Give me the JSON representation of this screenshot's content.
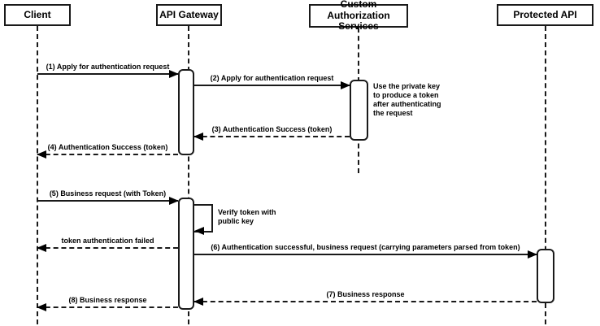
{
  "meta": {
    "background_color": "#ffffff",
    "stroke_color": "#000000",
    "diagram_type": "sequence-diagram"
  },
  "participants": [
    {
      "id": "client",
      "name": "Client"
    },
    {
      "id": "api-gateway",
      "name": "API Gateway"
    },
    {
      "id": "custom-authorization-services",
      "name": "Custom Authorization Services"
    },
    {
      "id": "protected-api",
      "name": "Protected API"
    }
  ],
  "messages": {
    "m1": {
      "label": "(1) Apply for authentication request",
      "type": "solid",
      "from": "Client",
      "to": "API Gateway"
    },
    "m2": {
      "label": "(2) Apply for authentication request",
      "type": "solid",
      "from": "API Gateway",
      "to": "Custom Authorization Services"
    },
    "m3": {
      "label": "(3) Authentication Success (token)",
      "type": "dashed",
      "from": "Custom Authorization Services",
      "to": "API Gateway"
    },
    "m4": {
      "label": "(4) Authentication Success (token)",
      "type": "dashed",
      "from": "API Gateway",
      "to": "Client"
    },
    "m5": {
      "label": "(5) Business request (with Token)",
      "type": "solid",
      "from": "Client",
      "to": "API Gateway"
    },
    "self": {
      "label": "Verify token with public key",
      "type": "self",
      "on": "API Gateway"
    },
    "fail": {
      "label": "token authentication failed",
      "type": "dashed",
      "from": "API Gateway",
      "to": "Client"
    },
    "m6": {
      "label": "(6) Authentication successful, business request (carrying parameters parsed from token)",
      "type": "solid",
      "from": "API Gateway",
      "to": "Protected API"
    },
    "m7": {
      "label": "(7) Business response",
      "type": "dashed",
      "from": "Protected API",
      "to": "API Gateway"
    },
    "m8": {
      "label": "(8) Business response",
      "type": "dashed",
      "from": "API Gateway",
      "to": "Client"
    }
  },
  "notes": {
    "auth_note": {
      "text": "Use the private key to produce a token after authenticating the request",
      "attached_to": "Custom Authorization Services"
    }
  }
}
